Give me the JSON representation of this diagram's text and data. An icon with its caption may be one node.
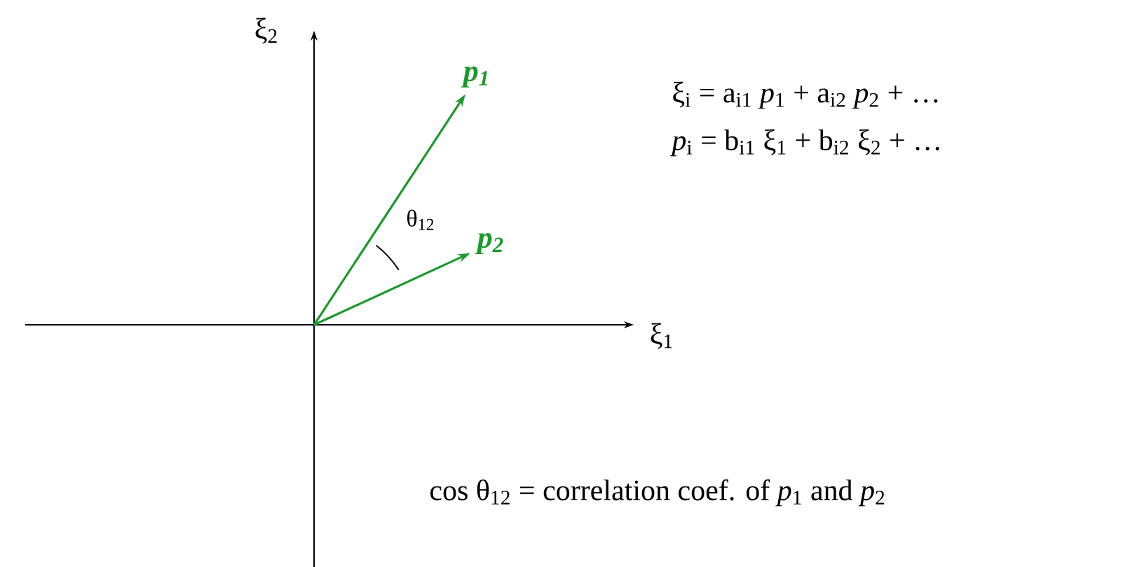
{
  "diagram": {
    "nodes": [
      {
        "text": [
          "p$_{1}$"
        ]
      },
      {
        "text": [
          "p$_{2}$"
        ]
      }
    ],
    "edges": [
      {
        "from": null,
        "to": 0,
        "arrow": "to"
      },
      {
        "from": null,
        "to": 1,
        "arrow": "to"
      }
    ],
    "labels": [
      "ξ$_{2}$",
      "ξ$_{1}$",
      "θ$_{12}$",
      "ξ$_{i}$ = a$_{i1}$ *p*$_{1}$ + a$_{i2}$ *p*$_{2}$ + …",
      "*p*$_{i}$ = b$_{i1}$ ξ$_{1}$ + b$_{i2}$ ξ$_{2}$ + …",
      "cos θ$_{12}$ = correlation coef. of *p*$_{1}$ and *p*$_{2}$"
    ]
  }
}
